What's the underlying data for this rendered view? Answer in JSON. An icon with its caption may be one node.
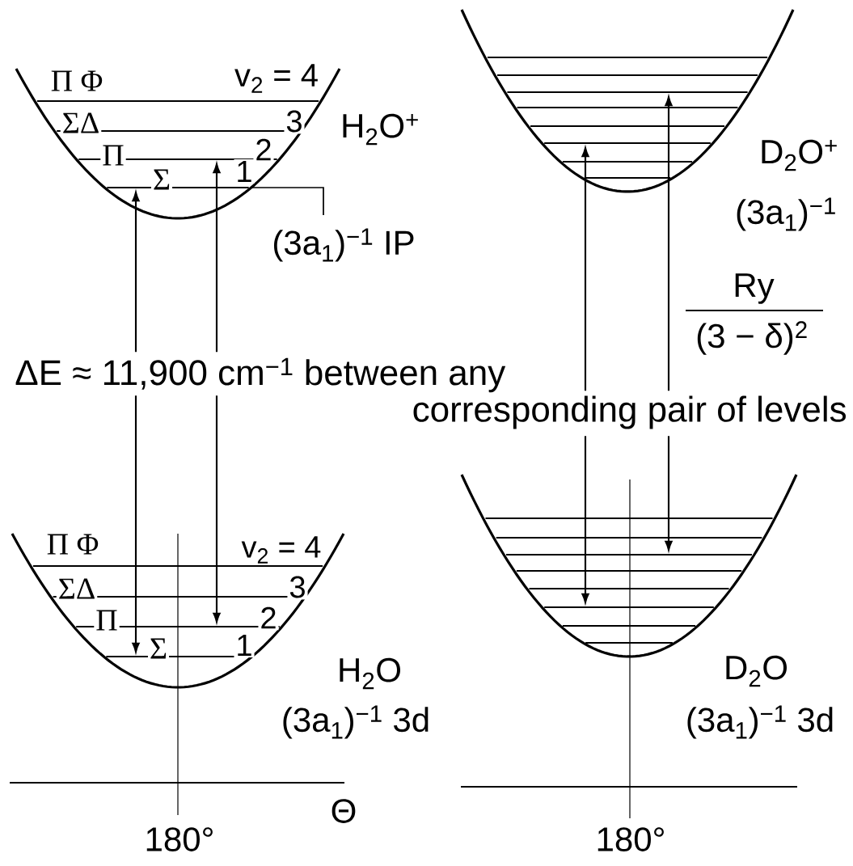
{
  "diagram": {
    "nodes": [
      {
        "text": [],
        "shape": "bar"
      },
      {
        "text": [],
        "shape": "bar"
      },
      {
        "text": [],
        "shape": "bar"
      },
      {
        "text": [],
        "shape": "bar"
      },
      {
        "text": [],
        "shape": "bar"
      },
      {
        "text": [],
        "shape": "bar"
      },
      {
        "text": [],
        "shape": "bar"
      },
      {
        "text": [],
        "shape": "bar"
      }
    ],
    "edges": [
      {
        "from": 1,
        "to": 3,
        "arrow": "both"
      },
      {
        "from": 0,
        "to": 2,
        "arrow": "both"
      },
      {
        "from": 5,
        "to": 7,
        "arrow": "both"
      },
      {
        "from": 4,
        "to": 6,
        "arrow": "both"
      }
    ],
    "labels": [
      "Π Φ",
      "v$_{2}$ = 4",
      "ΣΔ",
      "3",
      "H$_{2}$O$^{+}$",
      "Π",
      "2",
      "Σ",
      "1",
      "(3a$_{1}$)$^{−1}$ IP",
      "D$_{2}$O$^{+}$",
      "(3a$_{1}$)$^{−1}$",
      "Ry",
      "(3 − δ)$^{2}$",
      "ΔE ≈ 11,900 cm$^{−1}$ between any",
      "corresponding pair of levels",
      "Π Φ",
      "v$_{2}$ = 4",
      "ΣΔ",
      "3",
      "Π",
      "2",
      "Σ",
      "1",
      "H$_{2}$O",
      "(3a$_{1}$)$^{−1}$ 3d",
      "D$_{2}$O",
      "(3a$_{1}$)$^{−1}$ 3d",
      "Θ",
      "180°",
      "180°"
    ]
  }
}
